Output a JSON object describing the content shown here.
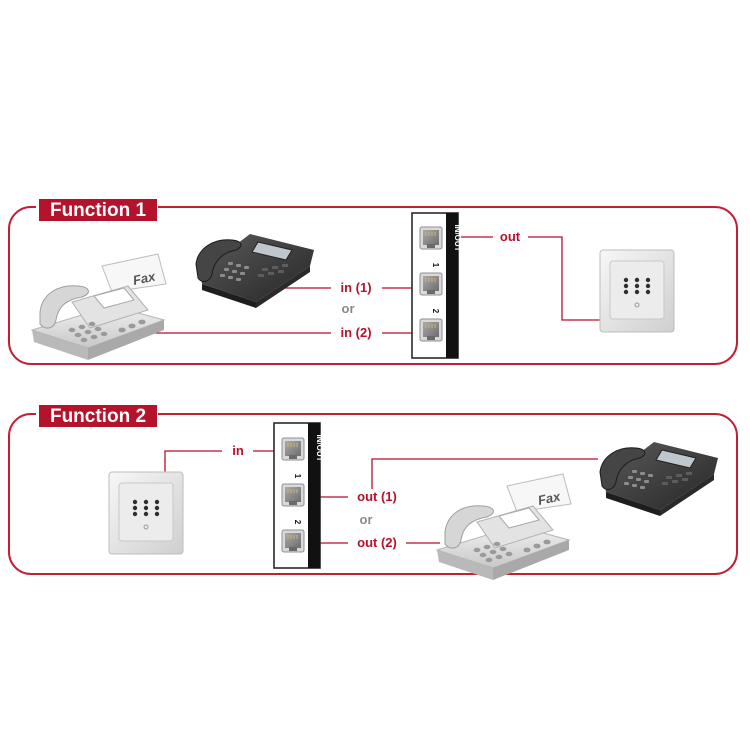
{
  "colors": {
    "accent": "#b5122b",
    "frame": "#c21f35",
    "label_red": "#b5122b",
    "label_gray": "#8a8a8a",
    "device_body": "#e6e6e6",
    "device_dark": "#3a3a3a"
  },
  "function1": {
    "title": "Function 1",
    "switch_port_in_out": "IN/OUT",
    "switch_port_1": "1",
    "switch_port_2": "2",
    "label_out": "out",
    "label_in1": "in (1)",
    "label_or": "or",
    "label_in2": "in (2)",
    "fax_label": "Fax"
  },
  "function2": {
    "title": "Function 2",
    "switch_port_in_out": "IN/OUT",
    "switch_port_1": "1",
    "switch_port_2": "2",
    "label_in": "in",
    "label_out1": "out (1)",
    "label_or": "or",
    "label_out2": "out (2)",
    "fax_label": "Fax"
  },
  "icons": [
    "telephone-icon",
    "fax-machine-icon",
    "wall-socket-icon",
    "splitter-box-icon",
    "rj-port-icon"
  ]
}
